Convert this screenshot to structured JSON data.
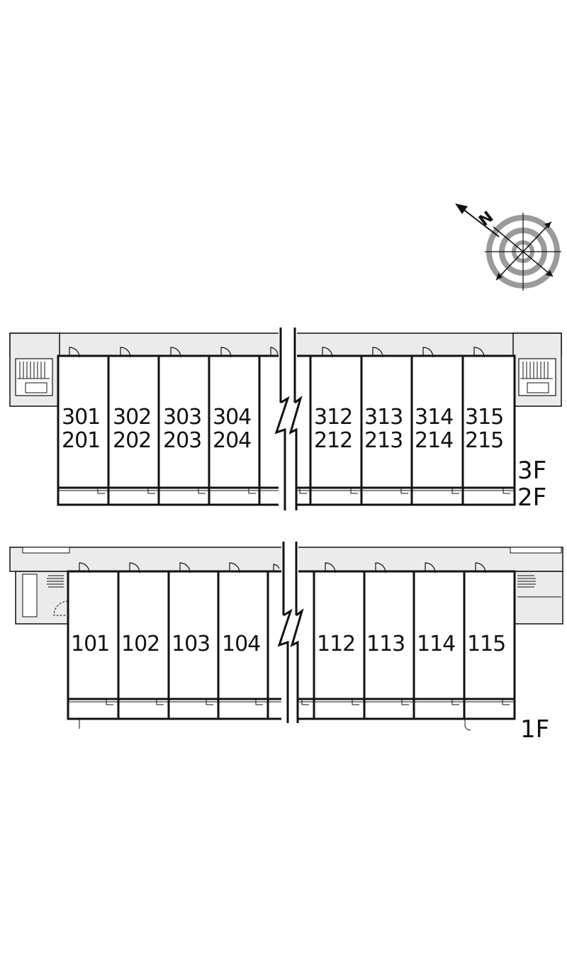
{
  "compass": {
    "north_label": "N",
    "icon": "compass-rose-icon"
  },
  "upper_block": {
    "floor_labels": [
      "3F",
      "2F"
    ],
    "units_left": [
      {
        "top": "301",
        "bottom": "201"
      },
      {
        "top": "302",
        "bottom": "202"
      },
      {
        "top": "303",
        "bottom": "203"
      },
      {
        "top": "304",
        "bottom": "204"
      }
    ],
    "units_right": [
      {
        "top": "312",
        "bottom": "212"
      },
      {
        "top": "313",
        "bottom": "213"
      },
      {
        "top": "314",
        "bottom": "214"
      },
      {
        "top": "315",
        "bottom": "215"
      }
    ]
  },
  "lower_block": {
    "floor_label": "1F",
    "units_left": [
      "101",
      "102",
      "103",
      "104"
    ],
    "units_right": [
      "112",
      "113",
      "114",
      "115"
    ]
  },
  "colors": {
    "line": "#111111",
    "corridor": "#ebebeb",
    "stair": "#d8d8d8",
    "compass_ring": "#9a9a9a"
  }
}
